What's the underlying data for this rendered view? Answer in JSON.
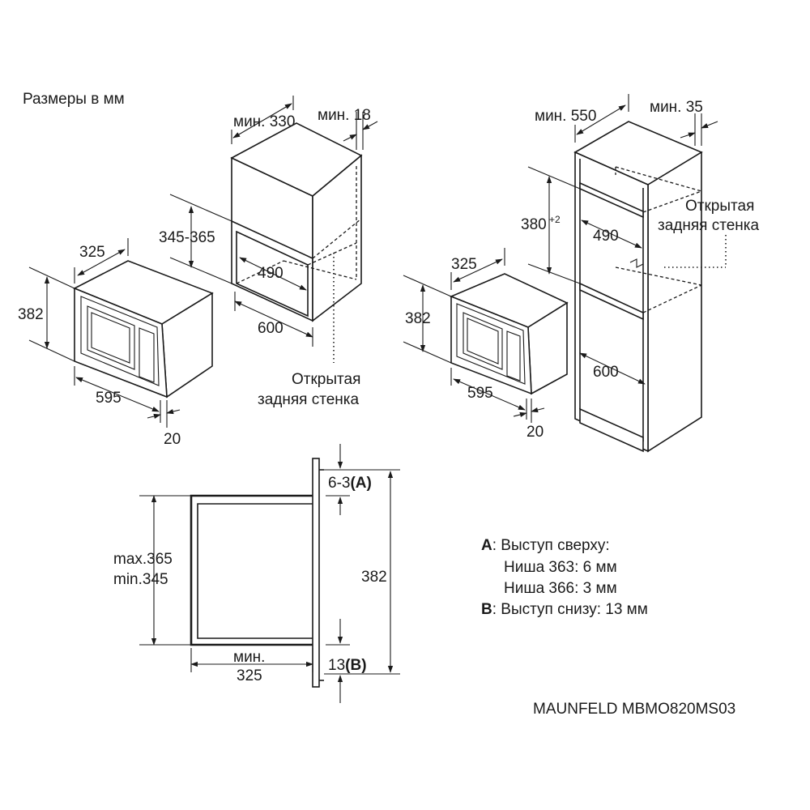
{
  "header": {
    "units_note": "Размеры в мм"
  },
  "left_niche": {
    "depth_min": "мин. 330",
    "thickness_min": "мин. 18",
    "height_range": "345-365",
    "inner_width": "490",
    "outer_width": "600",
    "open_back_line1": "Открытая",
    "open_back_line2": "задняя стенка"
  },
  "left_oven": {
    "depth": "325",
    "height": "382",
    "width": "595",
    "frame": "20"
  },
  "right_column": {
    "depth_min": "мин. 550",
    "gap_min": "мин. 35",
    "height_base": "380",
    "height_tol": "+2",
    "inner_width": "490",
    "outer_width": "600",
    "open_back_line1": "Открытая",
    "open_back_line2": "задняя стенка"
  },
  "right_oven": {
    "depth": "325",
    "height": "382",
    "width": "595",
    "frame": "20"
  },
  "side_view": {
    "niche_max": "max.365",
    "niche_min": "min.345",
    "depth_min_line1": "мин.",
    "depth_min_line2": "325",
    "total_height": "382",
    "top_offset": "6-3",
    "top_letter": "(A)",
    "bottom_offset": "13",
    "bottom_letter": "(B)"
  },
  "legend": {
    "a_key": "A",
    "a_title": ": Выступ сверху:",
    "a_line1": "Ниша 363: 6 мм",
    "a_line2": "Ниша 366: 3 мм",
    "b_key": "B",
    "b_text": ": Выступ снизу: 13 мм"
  },
  "model": "MAUNFELD MBMO820MS03"
}
